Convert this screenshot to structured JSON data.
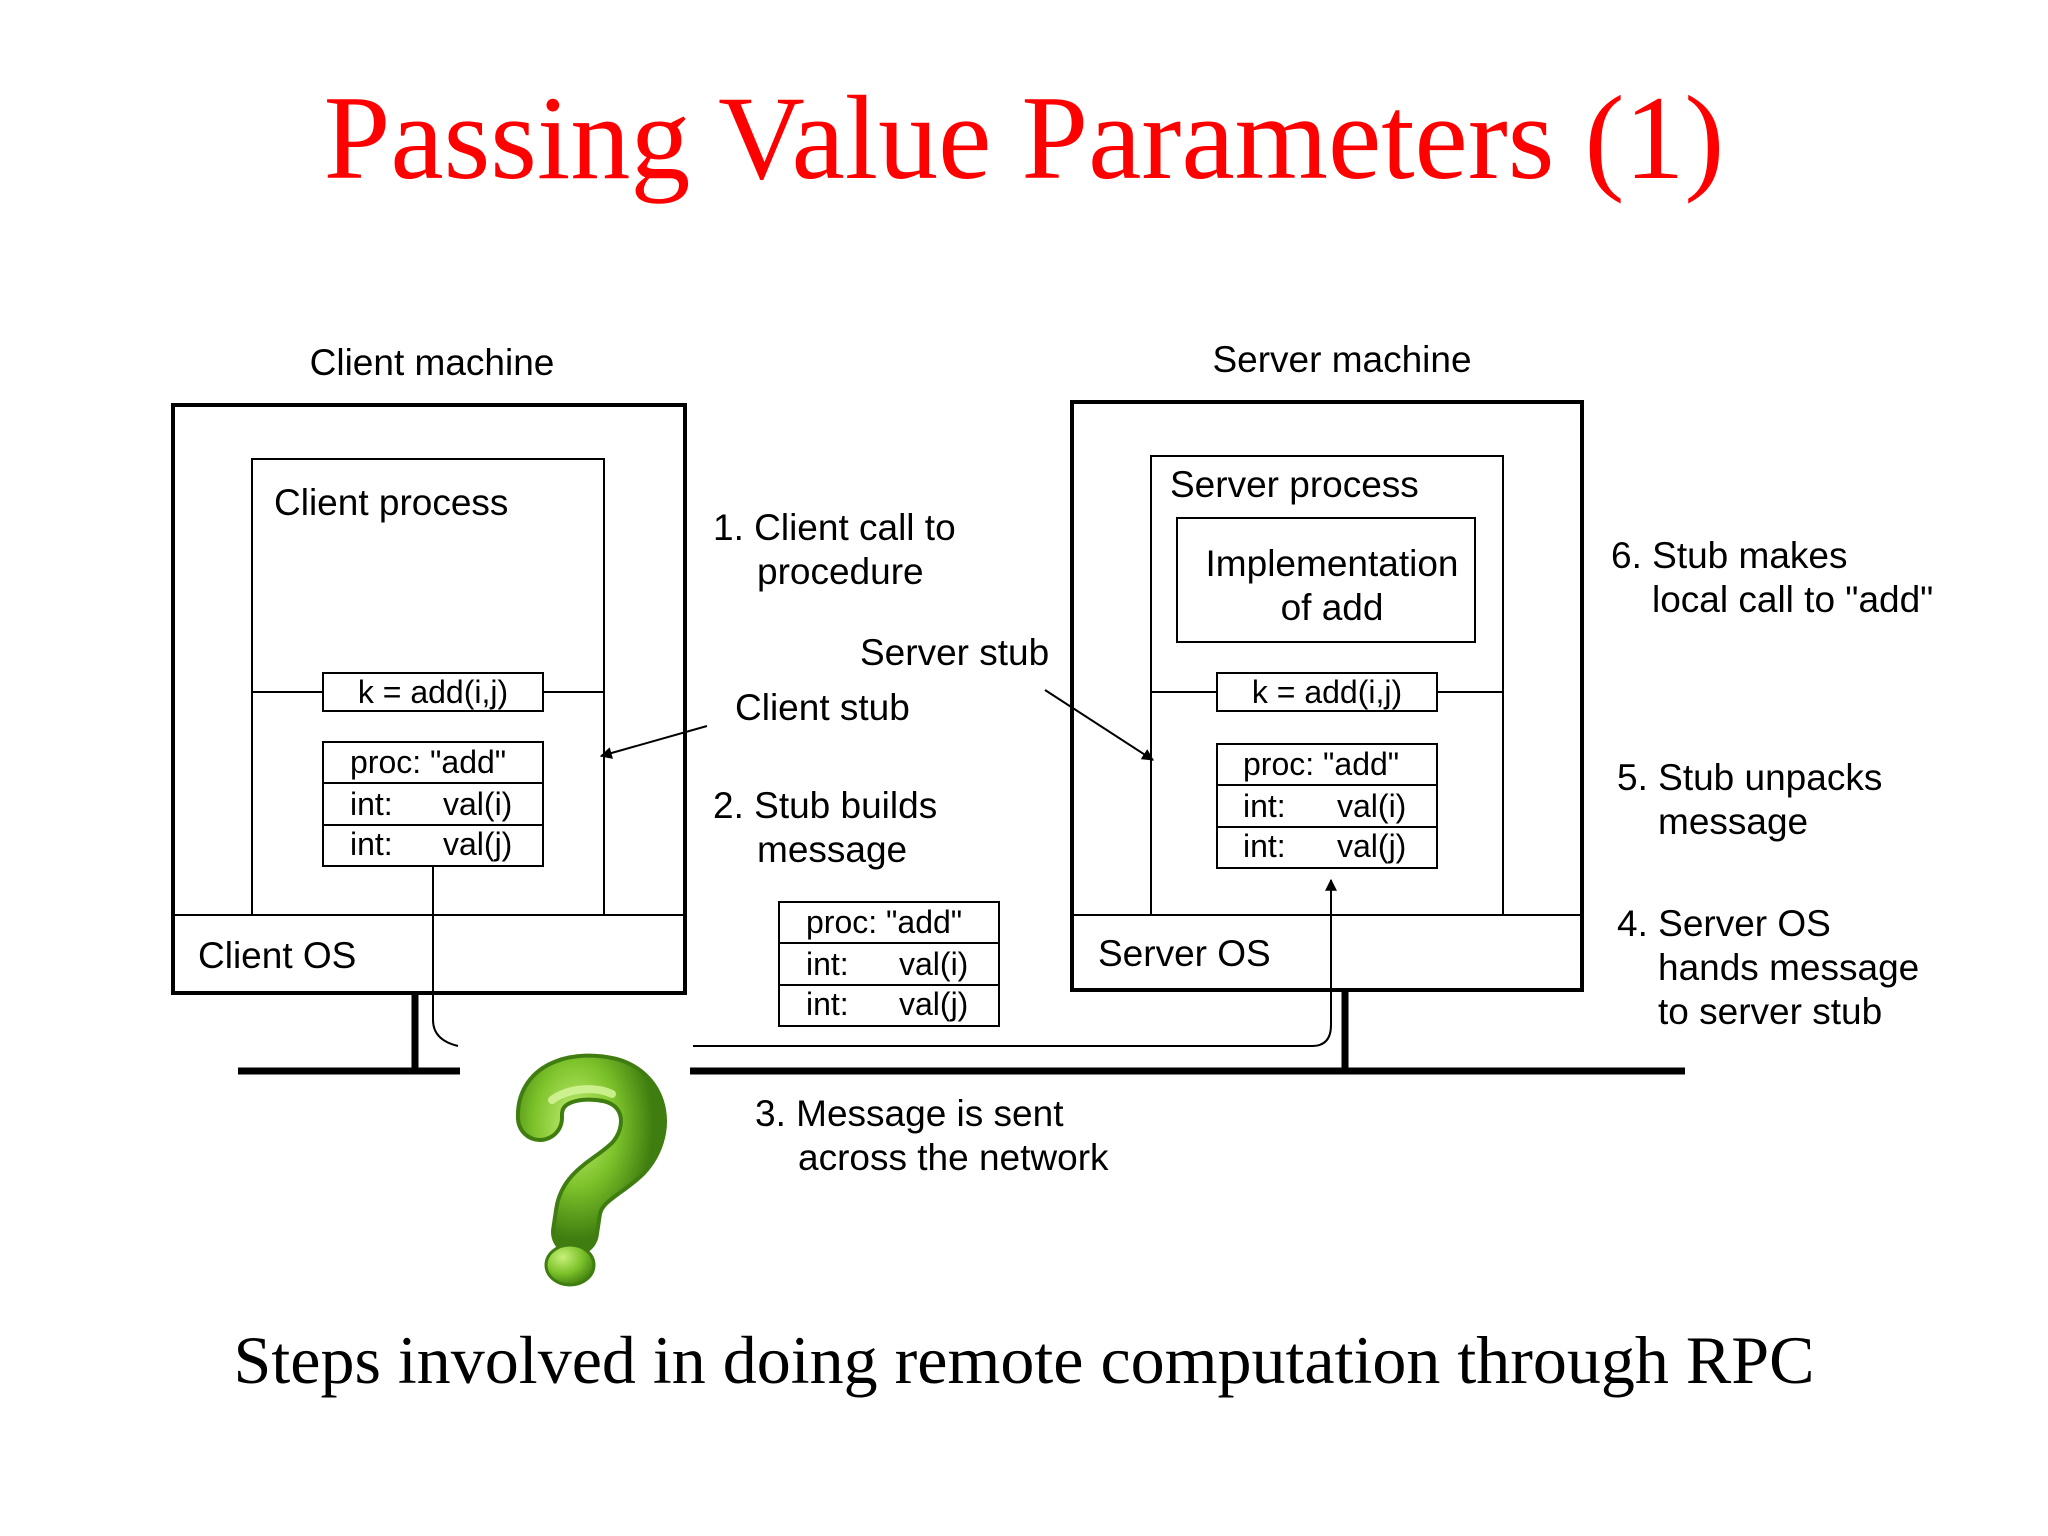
{
  "title": "Passing Value Parameters (1)",
  "caption": "Steps involved in doing remote computation through RPC",
  "client": {
    "machine_label": "Client machine",
    "process_label": "Client process",
    "os_label": "Client OS",
    "call_text": "k = add(i,j)",
    "stub_label": "Client stub"
  },
  "server": {
    "machine_label": "Server machine",
    "process_label": "Server process",
    "impl_line1": "Implementation",
    "impl_line2": "of add",
    "os_label": "Server OS",
    "call_text": "k = add(i,j)",
    "stub_label": "Server stub"
  },
  "message": {
    "proc": "proc: \"add\"",
    "row1_type": "int:",
    "row1_val": "val(i)",
    "row2_type": "int:",
    "row2_val": "val(j)"
  },
  "steps": {
    "s1_line1": "1. Client call to",
    "s1_line2": "procedure",
    "s2_line1": "2. Stub builds",
    "s2_line2": "message",
    "s3_line1": "3. Message is sent",
    "s3_line2": "across the network",
    "s4_line1": "4. Server OS",
    "s4_line2": "hands message",
    "s4_line3": "to server stub",
    "s5_line1": "5. Stub unpacks",
    "s5_line2": "message",
    "s6_line1": "6. Stub makes",
    "s6_line2": "local call to \"add\""
  },
  "colors": {
    "title": "#ff0000",
    "question_mark": "#7cc22a"
  },
  "icons": {
    "decoration": "question-mark-icon"
  }
}
